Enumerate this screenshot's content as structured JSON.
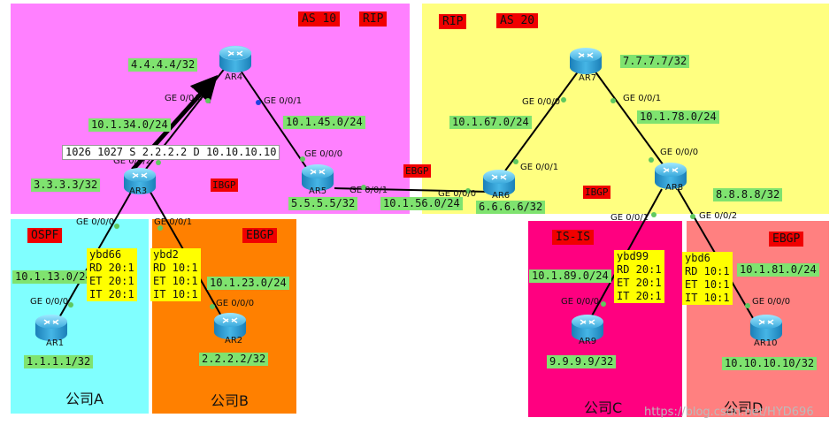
{
  "regions": {
    "as10": {
      "name": "AS 10",
      "protocol": "RIP",
      "color": "#ff80ff"
    },
    "as20": {
      "name": "AS 20",
      "protocol": "RIP",
      "color": "#ffff80"
    },
    "company_a": {
      "protocol": "OSPF",
      "name": "公司A",
      "color": "#80ffff"
    },
    "company_b": {
      "protocol": "EBGP",
      "name": "公司B",
      "color": "#ff8000"
    },
    "company_c": {
      "protocol": "IS-IS",
      "name": "公司C",
      "color": "#ff0080"
    },
    "company_d": {
      "protocol": "EBGP",
      "name": "公司D",
      "color": "#ff8080"
    }
  },
  "routers": {
    "ar1": {
      "name": "AR1",
      "loopback": "1.1.1.1/32"
    },
    "ar2": {
      "name": "AR2",
      "loopback": "2.2.2.2/32"
    },
    "ar3": {
      "name": "AR3",
      "loopback": "3.3.3.3/32"
    },
    "ar4": {
      "name": "AR4",
      "loopback": "4.4.4.4/32"
    },
    "ar5": {
      "name": "AR5",
      "loopback": "5.5.5.5/32"
    },
    "ar6": {
      "name": "AR6",
      "loopback": "6.6.6.6/32"
    },
    "ar7": {
      "name": "AR7",
      "loopback": "7.7.7.7/32"
    },
    "ar8": {
      "name": "AR8",
      "loopback": "8.8.8.8/32"
    },
    "ar9": {
      "name": "AR9",
      "loopback": "9.9.9.9/32"
    },
    "ar10": {
      "name": "AR10",
      "loopback": "10.10.10.10/32"
    }
  },
  "networks": {
    "n34": "10.1.34.0/24",
    "n45": "10.1.45.0/24",
    "n13": "10.1.13.0/24",
    "n23": "10.1.23.0/24",
    "n56": "10.1.56.0/24",
    "n67": "10.1.67.0/24",
    "n78": "10.1.78.0/24",
    "n89": "10.1.89.0/24",
    "n81": "10.1.81.0/24"
  },
  "interfaces": {
    "ar4_g000": "GE 0/0/0",
    "ar4_g001": "GE 0/0/1",
    "ar3_g002": "GE 0/0/2",
    "ar3_g000": "GE 0/0/0",
    "ar3_g001": "GE 0/0/1",
    "ar5_g000": "GE 0/0/0",
    "ar5_g001": "GE 0/0/1",
    "ar6_g000": "GE 0/0/0",
    "ar6_g001": "GE 0/0/1",
    "ar1_g000": "GE 0/0/0",
    "ar2_g000": "GE 0/0/0",
    "ar7_g000": "GE 0/0/0",
    "ar7_g001": "GE 0/0/1",
    "ar8_g000": "GE 0/0/0",
    "ar8_g001": "GE 0/0/1",
    "ar8_g002": "GE 0/0/2",
    "ar9_g000": "GE 0/0/0",
    "ar10_g000": "GE 0/0/0"
  },
  "session_labels": {
    "ibgp_as10": "IBGP",
    "ibgp_as20": "IBGP",
    "ebgp_inter_as": "EBGP"
  },
  "vpn_instances": {
    "ybd66": [
      "ybd66",
      "RD 20:1",
      "ET 20:1",
      "IT 20:1"
    ],
    "ybd2": [
      "ybd2",
      "RD 10:1",
      "ET 10:1",
      "IT 10:1"
    ],
    "ybd99": [
      "ybd99",
      "RD 20:1",
      "ET 20:1",
      "IT 20:1"
    ],
    "ybd6": [
      "ybd6",
      "RD 10:1",
      "ET 10:1",
      "IT 10:1"
    ]
  },
  "lsp_label": "1026 1027 S 2.2.2.2 D 10.10.10.10",
  "watermark": "https://blog.csdn.net/HYD696"
}
